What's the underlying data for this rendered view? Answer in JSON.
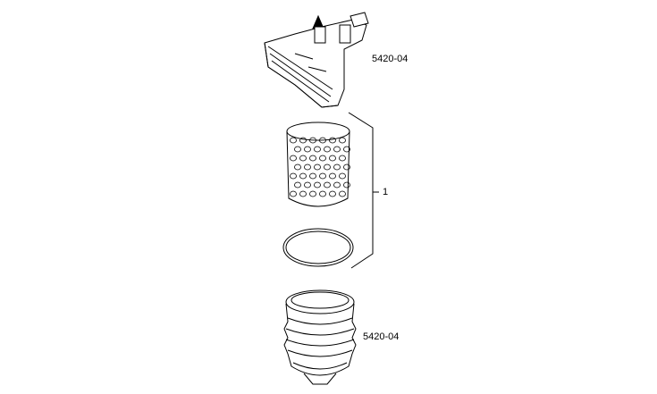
{
  "parts": [
    {
      "name": "filter-head",
      "label": "5420-04"
    },
    {
      "name": "filter-element-kit",
      "label": "1"
    },
    {
      "name": "filter-bowl",
      "label": "5420-04"
    }
  ]
}
